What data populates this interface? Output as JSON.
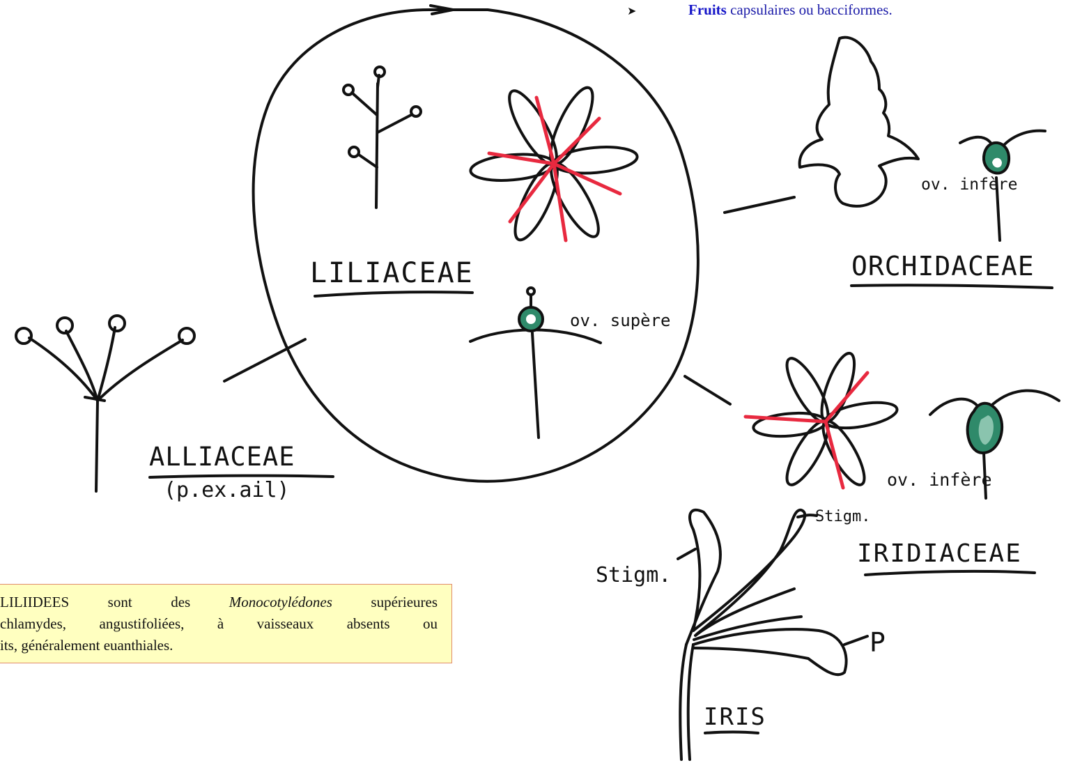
{
  "header_bullet": {
    "bold_word": "Fruits",
    "rest": " capsulaires ou bacciformes."
  },
  "labels": {
    "liliaceae": "LILIACEAE",
    "ovary_superior": "ov. supère",
    "orchidaceae": "ORCHIDACEAE",
    "ovary_inferior_orchid": "ov. infère",
    "alliaceae": "ALLIACEAE",
    "alliaceae_example": "(p.ex.ail)",
    "iridiaceae": "IRIDIACEAE",
    "ovary_inferior_iris": "ov. infère",
    "stigma_right": "Stigm.",
    "stigma_left": "Stigm.",
    "petal_p": "P",
    "iris": "IRIS"
  },
  "note": {
    "line1_a": "LILIIDEES",
    "line1_b": "sont",
    "line1_c": "des",
    "line1_italic": "Monocotylédones",
    "line1_d": "supérieures",
    "line2": "chlamydes, angustifoliées, à vaisseaux absents ou",
    "line3": "its, généralement euanthiales."
  },
  "colors": {
    "stroke": "#111111",
    "stamen_red": "#e8293f",
    "ovary_green": "#2f8a6a",
    "note_bg": "#ffffc0",
    "note_border": "#e08a6a",
    "link_blue": "#1515c8"
  }
}
